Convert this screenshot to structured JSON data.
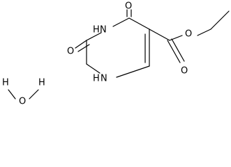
{
  "molecule": {
    "atoms": {
      "o_top": "O",
      "nh_top": "H",
      "n_top": "N",
      "o_left": "O",
      "hn_bottom": "H",
      "n_bottom": "N",
      "o_ester_ether": "O",
      "o_ester_carbonyl": "O"
    },
    "water": {
      "h_left": "H",
      "o": "O",
      "h_right": "H"
    }
  }
}
